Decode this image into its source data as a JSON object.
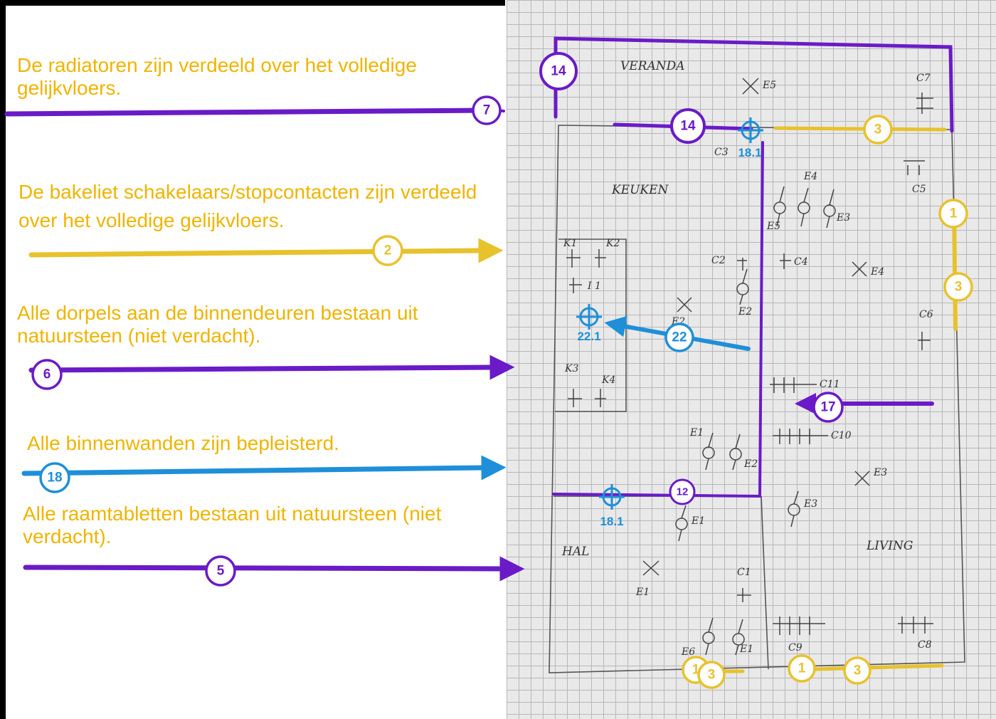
{
  "notes": {
    "radiators": "De radiatoren zijn verdeeld over het volledige gelijkvloers.",
    "switches": "De bakeliet schakelaars/stopcontacten zijn verdeeld over het volledige gelijkvloers.",
    "thresholds": "Alle dorpels aan de binnendeuren bestaan uit natuursteen (niet verdacht).",
    "walls": "Alle binnenwanden zijn bepleisterd.",
    "sills": "Alle raamtabletten bestaan uit natuursteen (niet verdacht)."
  },
  "rooms": {
    "veranda": "VERANDA",
    "keuken": "KEUKEN",
    "hal": "HAL",
    "living": "LIVING"
  },
  "badges": {
    "b7": "7",
    "b2": "2",
    "b6": "6",
    "b18": "18",
    "b5": "5",
    "b14a": "14",
    "b14b": "14",
    "b3a": "3",
    "b1a": "1",
    "b3b": "3",
    "b22": "22",
    "b17": "17",
    "b12": "12",
    "b1b": "1",
    "b3c": "3",
    "b1c": "1",
    "b3d": "3"
  },
  "targets": {
    "t181a": "18.1",
    "t221": "22.1",
    "t181b": "18.1"
  },
  "symbols": {
    "e5_top": "E5",
    "c7": "C7",
    "c3": "C3",
    "c5": "C5",
    "e4_top": "E4",
    "e5_mid": "E5",
    "e3_top": "E3",
    "k1": "K1",
    "k2": "K2",
    "i1": "I 1",
    "c2": "C2",
    "c4": "C4",
    "e4_right": "E4",
    "e2_mid": "E2",
    "e2_left": "E2",
    "c6": "C6",
    "k3": "K3",
    "k4": "K4",
    "c11": "C11",
    "e1_keuken": "E1",
    "e2_keuken": "E2",
    "c10": "C10",
    "e3_living": "E3",
    "e3_mid": "E3",
    "e1_hal_sw": "E1",
    "e1_hal": "E1",
    "c1": "C1",
    "e6": "E6",
    "e1_bottom": "E1",
    "c9": "C9",
    "c8": "C8"
  },
  "colors": {
    "yellow": "#e8c22c",
    "purple": "#6a1bc7",
    "blue": "#1e8fd8",
    "text_yellow": "#f0b400"
  }
}
